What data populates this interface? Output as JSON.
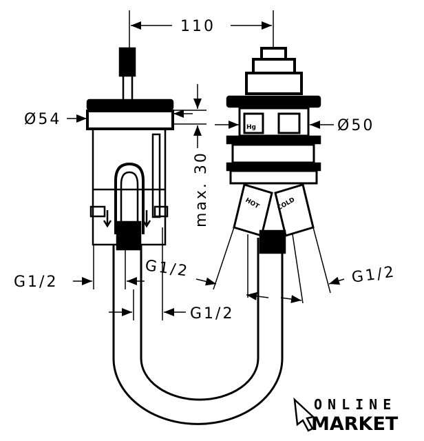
{
  "dimensions": {
    "spacing": "110",
    "left_diameter": "Ø54",
    "right_diameter": "Ø50",
    "max_height": "max. 30",
    "thread_left_outer": "G1/2",
    "thread_left_inner": "G1/2",
    "thread_center": "G1/2",
    "thread_right": "G1/2"
  },
  "cartridge_labels": {
    "hot": "HOT",
    "cold": "COLD",
    "marker": "Hg"
  },
  "logo": {
    "line1": "ONLINE",
    "line2": "MARKET"
  }
}
